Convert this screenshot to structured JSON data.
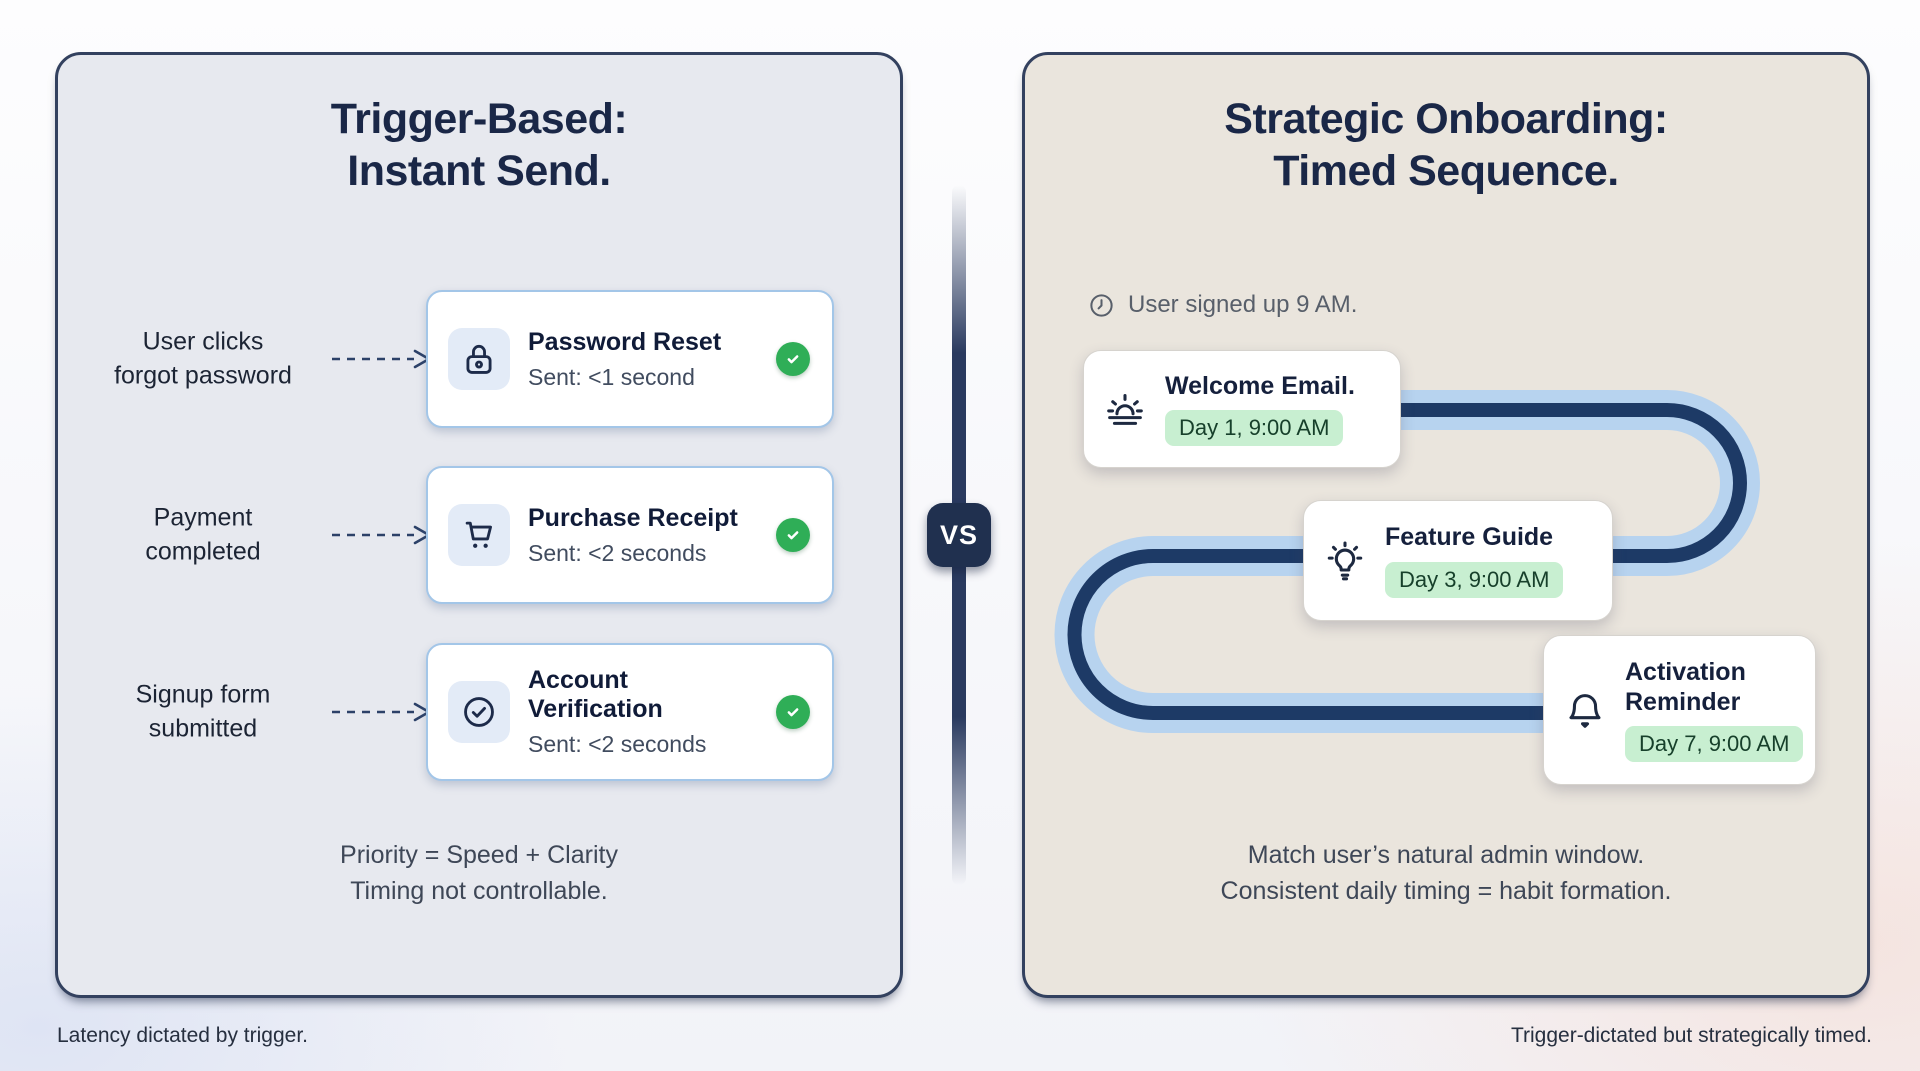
{
  "page": {
    "vs_label": "VS",
    "caption_left": "Latency dictated by trigger.",
    "caption_right": "Trigger-dictated but strategically timed."
  },
  "left_panel": {
    "title_line1": "Trigger-Based:",
    "title_line2": "Instant Send.",
    "rows": [
      {
        "trigger_line1": "User clicks",
        "trigger_line2": "forgot password",
        "icon": "lock-icon",
        "title": "Password Reset",
        "subtitle": "Sent: <1 second",
        "status": "sent"
      },
      {
        "trigger_line1": "Payment",
        "trigger_line2": "completed",
        "icon": "shopping-cart-icon",
        "title": "Purchase Receipt",
        "subtitle": "Sent: <2 seconds",
        "status": "sent"
      },
      {
        "trigger_line1": "Signup form",
        "trigger_line2": "submitted",
        "icon": "check-circle-icon",
        "title": "Account Verification",
        "subtitle": "Sent: <2 seconds",
        "status": "sent"
      }
    ],
    "footer_line1": "Priority = Speed + Clarity",
    "footer_line2": "Timing not controllable."
  },
  "right_panel": {
    "title_line1": "Strategic Onboarding:",
    "title_line2": "Timed Sequence.",
    "signup_note": "User signed up 9 AM.",
    "steps": [
      {
        "icon": "sunrise-icon",
        "title": "Welcome Email.",
        "badge": "Day 1, 9:00 AM"
      },
      {
        "icon": "lightbulb-icon",
        "title": "Feature Guide",
        "badge": "Day 3, 9:00 AM"
      },
      {
        "icon": "bell-icon",
        "title": "Activation Reminder",
        "badge": "Day 7, 9:00 AM"
      }
    ],
    "footer_line1": "Match user’s natural admin window.",
    "footer_line2": "Consistent daily timing = habit formation."
  },
  "colors": {
    "navy_text": "#1a2747",
    "panel_border": "#33415f",
    "left_panel_bg": "#e7e9ef",
    "right_panel_bg": "#eae5dd",
    "card_border_blue": "#a3c6e8",
    "check_green": "#2fae57",
    "pill_green_bg": "#c8efd1",
    "pill_green_text": "#17402b",
    "path_navy": "#1d3a66",
    "path_halo_blue": "#b7d3ef",
    "vs_badge_bg": "#20304f"
  }
}
